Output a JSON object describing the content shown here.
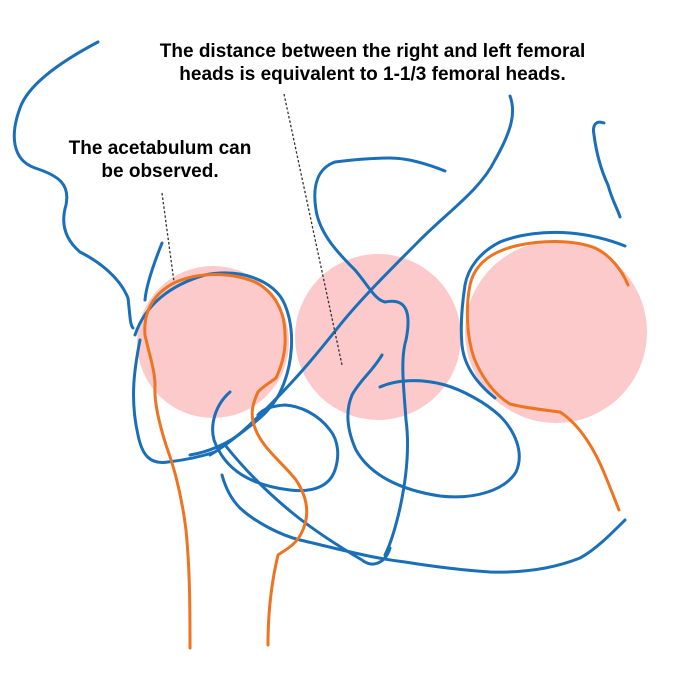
{
  "annotations": {
    "distance": {
      "lines": [
        "The distance between the right and left femoral",
        "heads is equivalent to 1-1/3 femoral heads."
      ]
    },
    "acetabulum": {
      "lines": [
        "The acetabulum can",
        "be observed."
      ]
    }
  },
  "colors": {
    "bone_outline": "#1a6fb8",
    "femur_outline": "#ee7421",
    "femoral_head_fill": "#fccaca",
    "leader_line": "#333333"
  }
}
